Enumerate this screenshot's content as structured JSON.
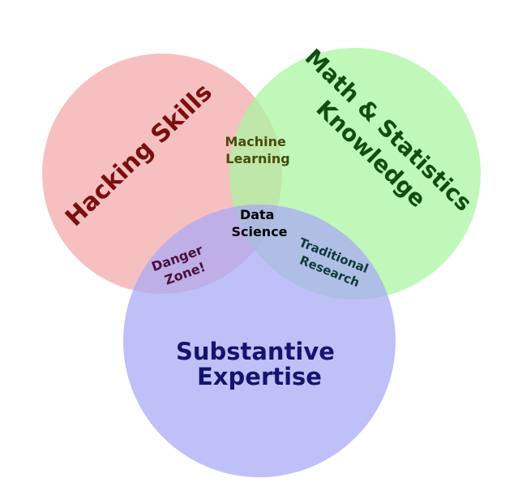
{
  "diagram": {
    "type": "venn",
    "sets": {
      "hacking": {
        "label": "Hacking Skills",
        "fill": "#f4a8a8",
        "text_color": "#7a0f0f"
      },
      "math": {
        "label_lines": [
          "Math & Statistics",
          "Knowledge"
        ],
        "fill": "#a8f5a0",
        "text_color": "#124d12"
      },
      "substantive": {
        "label_lines": [
          "Substantive",
          "Expertise"
        ],
        "fill": "#a8a8f5",
        "text_color": "#141470"
      }
    },
    "intersections": {
      "machine_learning": {
        "label_lines": [
          "Machine",
          "Learning"
        ],
        "color": "#4a4a0a"
      },
      "danger_zone": {
        "label_lines": [
          "Danger",
          "Zone!"
        ],
        "color": "#4a0f3c"
      },
      "traditional_research": {
        "label_lines": [
          "Traditional",
          "Research"
        ],
        "color": "#0e3a3a"
      },
      "data_science": {
        "label_lines": [
          "Data",
          "Science"
        ],
        "color": "#000000"
      }
    }
  }
}
